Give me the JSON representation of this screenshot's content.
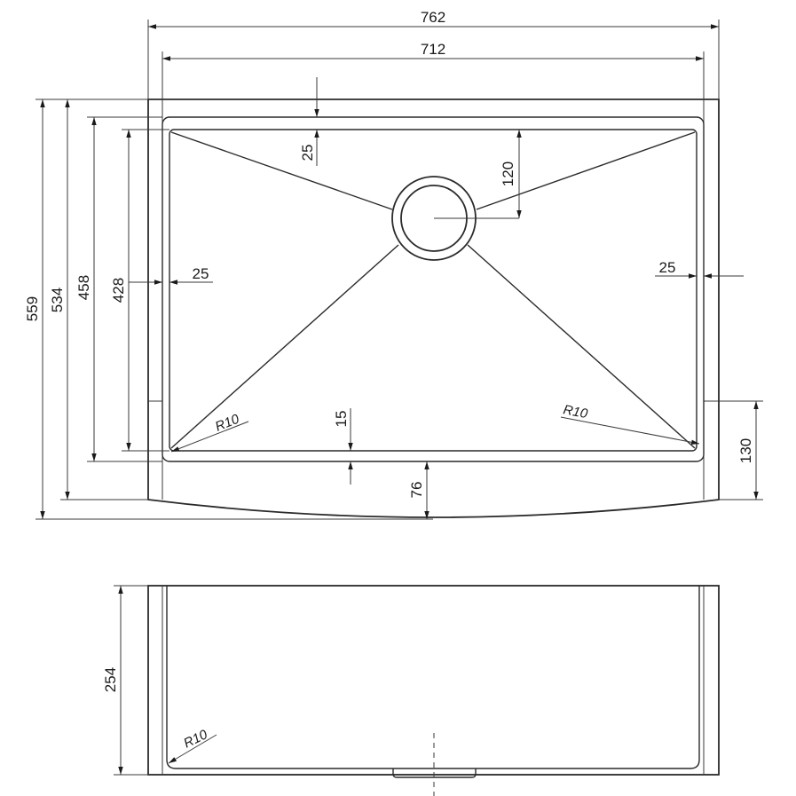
{
  "dimensions": {
    "overall_width": "762",
    "inner_width": "712",
    "overall_depth": "559",
    "depth_front": "534",
    "bowl_outer_depth": "458",
    "bowl_inner_depth": "428",
    "top_rim": "25",
    "left_rim": "25",
    "right_rim": "25",
    "drain_offset": "120",
    "front_ledge": "15",
    "apron_curve": "76",
    "apron_height": "130",
    "corner_radius_left": "R10",
    "corner_radius_right": "R10",
    "bowl_height": "254",
    "side_corner_radius": "R10"
  }
}
